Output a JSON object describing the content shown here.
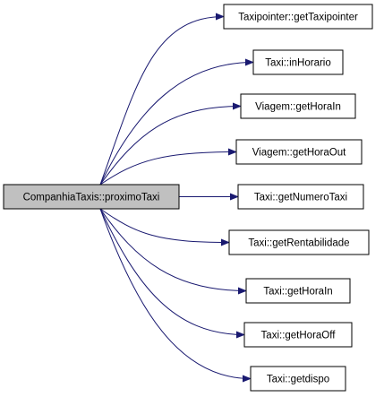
{
  "diagram": {
    "type": "call-graph",
    "colors": {
      "source_fill": "#c0c0c0",
      "target_fill": "#ffffff",
      "border": "#000000",
      "edge": "#191970"
    },
    "source": {
      "label": "CompanhiaTaxis::proximoTaxi"
    },
    "targets": [
      {
        "label": "Taxipointer::getTaxipointer"
      },
      {
        "label": "Taxi::inHorario"
      },
      {
        "label": "Viagem::getHoraIn"
      },
      {
        "label": "Viagem::getHoraOut"
      },
      {
        "label": "Taxi::getNumeroTaxi"
      },
      {
        "label": "Taxi::getRentabilidade"
      },
      {
        "label": "Taxi::getHoraIn"
      },
      {
        "label": "Taxi::getHoraOff"
      },
      {
        "label": "Taxi::getdispo"
      }
    ]
  }
}
